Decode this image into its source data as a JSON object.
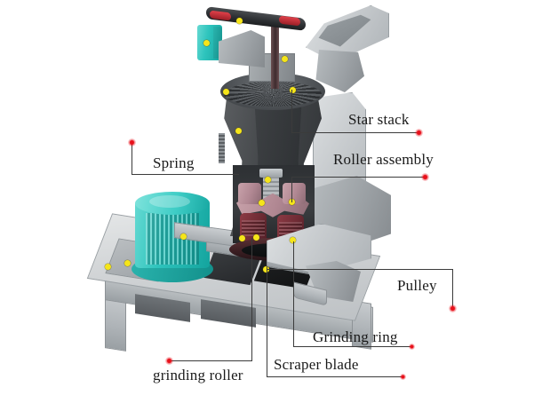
{
  "figure": {
    "subject": "Raymond pendulum grinding mill cutaway",
    "background_color": "#ffffff",
    "label_color": "#1a1a1a",
    "leader_color": "#3b3b3b",
    "marker_color": "#e8101a",
    "hotspot_color": "#f5e51a"
  },
  "callouts": [
    {
      "id": "star-stack",
      "label": "Star stack"
    },
    {
      "id": "roller-assembly",
      "label": "Roller assembly"
    },
    {
      "id": "spring",
      "label": "Spring"
    },
    {
      "id": "pulley",
      "label": "Pulley"
    },
    {
      "id": "grinding-ring",
      "label": "Grinding ring"
    },
    {
      "id": "scraper-blade",
      "label": "Scraper blade"
    },
    {
      "id": "grinding-roller",
      "label": "grinding roller"
    }
  ]
}
